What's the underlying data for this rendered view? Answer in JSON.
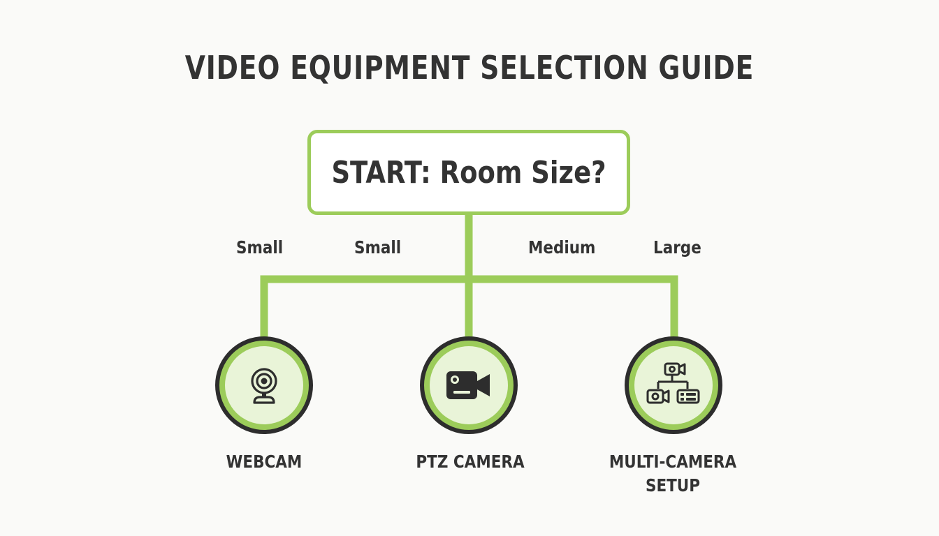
{
  "title": "VIDEO EQUIPMENT SELECTION GUIDE",
  "start": {
    "label": "START: Room Size?"
  },
  "branch_labels": [
    "Small",
    "Small",
    "Medium",
    "Large"
  ],
  "outcomes": [
    {
      "label": "WEBCAM",
      "icon": "webcam-icon"
    },
    {
      "label": "PTZ CAMERA",
      "icon": "video-camera-icon"
    },
    {
      "label_line1": "MULTI-CAMERA",
      "label_line2": "SETUP",
      "icon": "multi-camera-icon"
    }
  ],
  "colors": {
    "accent": "#9ccc5a",
    "accent_light": "#e9f4d8",
    "text": "#333333",
    "outline": "#2d2d2d",
    "background": "#fafaf8"
  }
}
